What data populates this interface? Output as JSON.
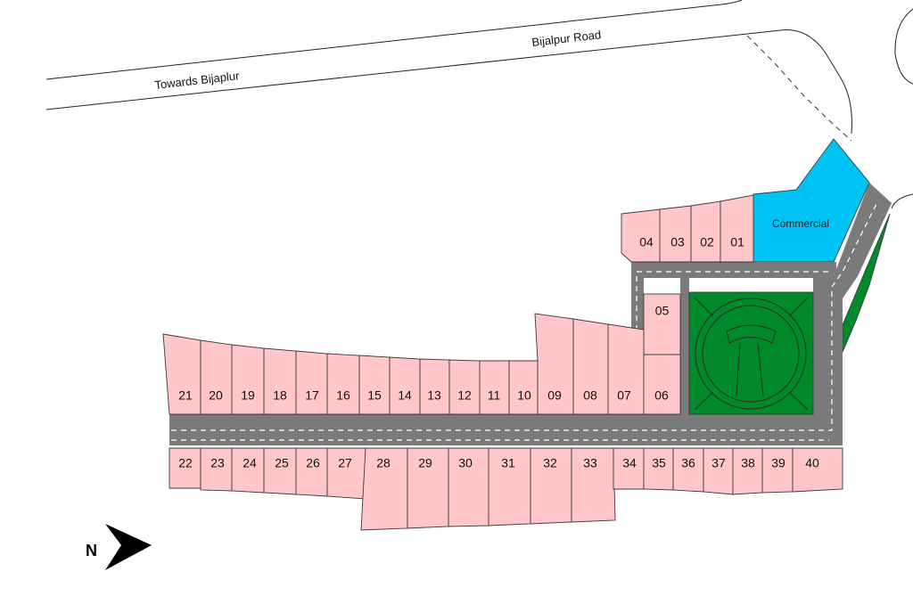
{
  "roads": {
    "main_road_label": "Bijalpur Road",
    "towards_label": "Towards Bijaplur"
  },
  "zones": {
    "commercial_label": "Commercial"
  },
  "compass": {
    "north_label": "N"
  },
  "colors": {
    "plot_fill": "#ffc7c9",
    "commercial_fill": "#00c3f5",
    "garden_fill": "#008a2b",
    "internal_road": "#7a7a7a"
  },
  "plots": {
    "top_right": [
      "04",
      "03",
      "02",
      "01"
    ],
    "north_row": [
      "21",
      "20",
      "19",
      "18",
      "17",
      "16",
      "15",
      "14",
      "13",
      "12",
      "11",
      "10",
      "09",
      "08",
      "07",
      "06"
    ],
    "upper_corner": [
      "05"
    ],
    "south_row": [
      "22",
      "23",
      "24",
      "25",
      "26",
      "27",
      "28",
      "29",
      "30",
      "31",
      "32",
      "33",
      "34",
      "35",
      "36",
      "37",
      "38",
      "39",
      "40"
    ]
  }
}
